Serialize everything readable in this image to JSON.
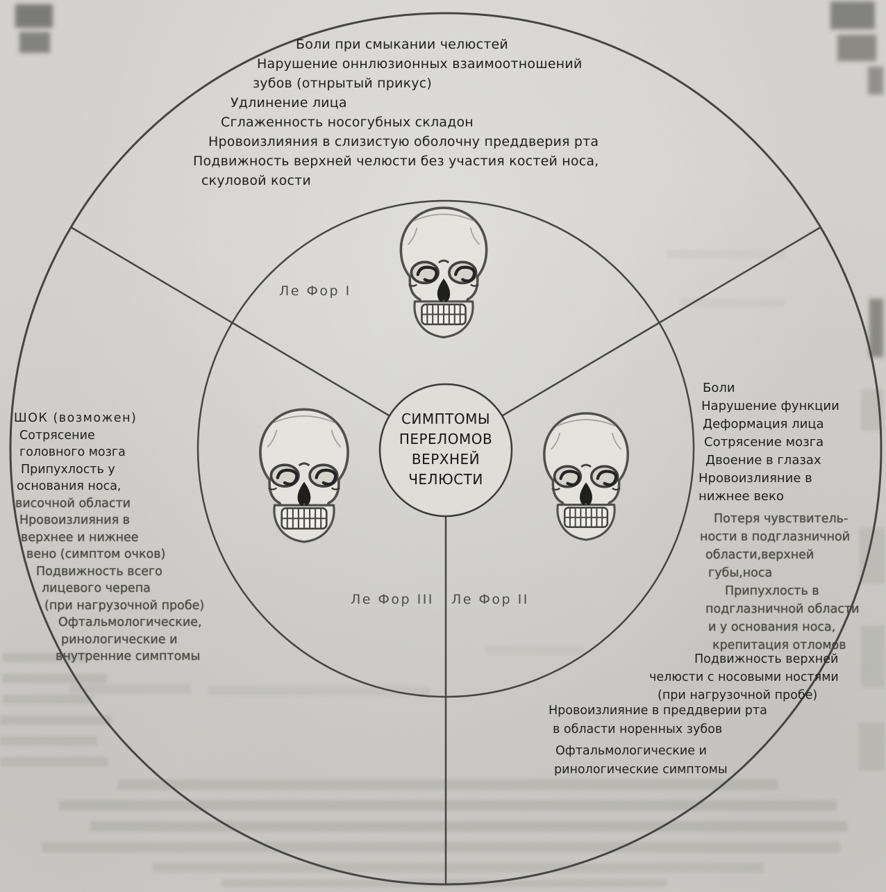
{
  "page": {
    "colors": {
      "paper": "#d7d6d2",
      "ink": "#1e1e1e",
      "line": "#3f3f3f"
    }
  },
  "diagram": {
    "title_circle": {
      "lines": [
        "СИМПТОМЫ",
        "ПЕРЕЛОМОВ",
        "ВЕРХНЕЙ",
        "ЧЕЛЮСТИ"
      ]
    },
    "sectors": {
      "lefort1": {
        "label": "Ле Фор I",
        "symptoms": [
          "Боли при смыкании челюстей",
          "Нарушение  оннлюзионных  взаимоотношений",
          "зубов (отнрытый  прикус)",
          "Удлинение лица",
          "Сглаженность носогубных складон",
          "Нровоизлияния в слизистую оболочну  преддверия рта",
          "Подвижность верхней челюсти без участия костей носа,",
          "скуловой  кости"
        ]
      },
      "lefort3": {
        "label": "Ле Фор III",
        "symptoms": [
          "ШОК (возможен)",
          "Сотрясение",
          "головного  мозга",
          "Припухлость у",
          "основания  носа,",
          "височной области",
          "Нровоизлияния в",
          "верхнее и нижнее",
          "вено (симптом очков)",
          "Подвижность всего",
          "лицевого черепа",
          "(при нагрузочной пробе)",
          "Офтальмологические,",
          "ринологические и",
          "внутренние симптомы"
        ]
      },
      "lefort2": {
        "label": "Ле Фор II",
        "symptoms_upper": [
          "Боли",
          "Нарушение функции",
          "Деформация лица",
          "Сотрясение  мозга",
          "Двоение в глазах",
          "Нровоизлияние в",
          "нижнее  веко"
        ],
        "symptoms_mid": [
          "Потеря  чувствитель-",
          "ности в подглазничной",
          "области,верхней",
          "губы,носа",
          "Припухлость в",
          "подглазничной области",
          "и у основания носа,",
          "крепитация отломов"
        ],
        "symptoms_lower": [
          "Подвижность верхней",
          "челюсти с носовыми ностями",
          "(при нагрузочной пробе)"
        ],
        "symptoms_bottom": [
          "Нровоизлияние в преддверии рта",
          "в области норенных зубов",
          "Офтальмологические и",
          "ринологические симптомы"
        ]
      }
    }
  }
}
